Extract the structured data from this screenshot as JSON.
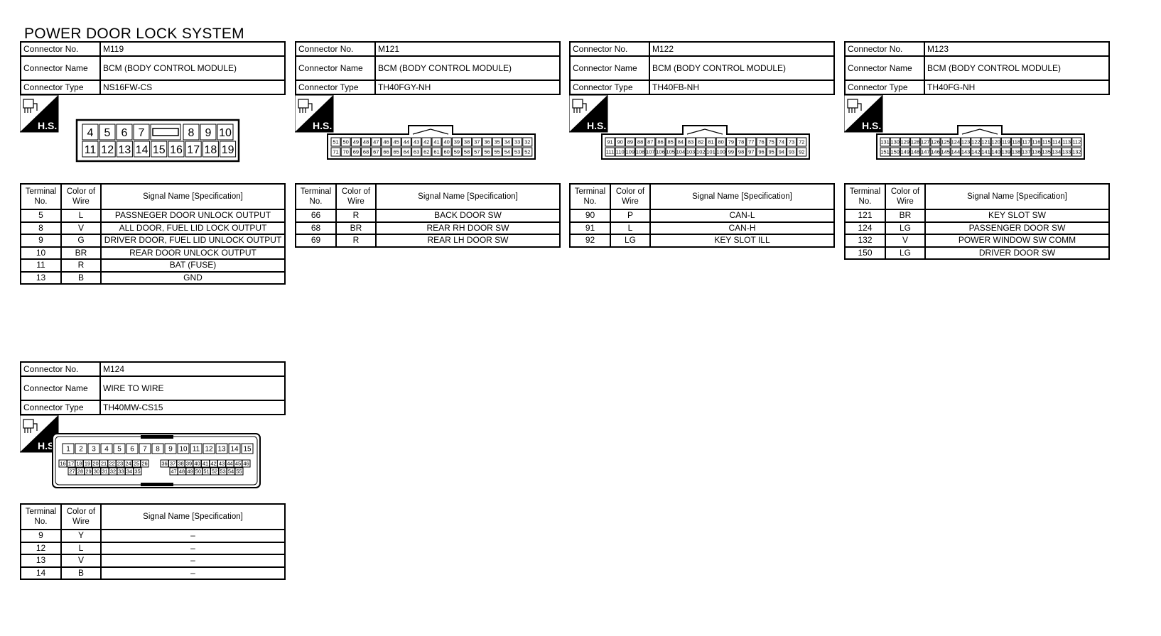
{
  "title": "POWER DOOR LOCK SYSTEM",
  "labels": {
    "connector_no": "Connector No.",
    "connector_name": "Connector Name",
    "connector_type": "Connector Type",
    "terminal_no": "Terminal No.",
    "color_of_wire": "Color of Wire",
    "signal_name": "Signal Name [Specification]",
    "hs_badge": "H.S."
  },
  "connectors": [
    {
      "no": "M119",
      "name": "BCM (BODY CONTROL MODULE)",
      "type": "NS16FW-CS",
      "pins_top": [
        "4",
        "5",
        "6",
        "7",
        "",
        "8",
        "9",
        "10"
      ],
      "pins_bottom": [
        "11",
        "12",
        "13",
        "14",
        "15",
        "16",
        "17",
        "18",
        "19"
      ],
      "rows": [
        {
          "terminal": "5",
          "color": "L",
          "signal": "PASSNEGER DOOR UNLOCK OUTPUT"
        },
        {
          "terminal": "8",
          "color": "V",
          "signal": "ALL DOOR, FUEL LID LOCK OUTPUT"
        },
        {
          "terminal": "9",
          "color": "G",
          "signal": "DRIVER DOOR, FUEL LID UNLOCK OUTPUT"
        },
        {
          "terminal": "10",
          "color": "BR",
          "signal": "REAR DOOR UNLOCK OUTPUT"
        },
        {
          "terminal": "11",
          "color": "R",
          "signal": "BAT (FUSE)"
        },
        {
          "terminal": "13",
          "color": "B",
          "signal": "GND"
        }
      ]
    },
    {
      "no": "M121",
      "name": "BCM (BODY CONTROL MODULE)",
      "type": "TH40FGY-NH",
      "pins_top": [
        "51",
        "50",
        "49",
        "48",
        "47",
        "46",
        "45",
        "44",
        "43",
        "42",
        "41",
        "40",
        "39",
        "38",
        "37",
        "36",
        "35",
        "34",
        "33",
        "32"
      ],
      "pins_bottom": [
        "71",
        "70",
        "69",
        "68",
        "67",
        "66",
        "65",
        "64",
        "63",
        "62",
        "61",
        "60",
        "59",
        "58",
        "57",
        "56",
        "55",
        "54",
        "53",
        "52"
      ],
      "rows": [
        {
          "terminal": "66",
          "color": "R",
          "signal": "BACK DOOR SW"
        },
        {
          "terminal": "68",
          "color": "BR",
          "signal": "REAR RH DOOR SW"
        },
        {
          "terminal": "69",
          "color": "R",
          "signal": "REAR LH DOOR SW"
        }
      ]
    },
    {
      "no": "M122",
      "name": "BCM (BODY CONTROL MODULE)",
      "type": "TH40FB-NH",
      "pins_top": [
        "91",
        "90",
        "89",
        "88",
        "87",
        "86",
        "85",
        "84",
        "83",
        "82",
        "81",
        "80",
        "79",
        "78",
        "77",
        "76",
        "75",
        "74",
        "73",
        "72"
      ],
      "pins_bottom": [
        "111",
        "110",
        "109",
        "108",
        "107",
        "106",
        "105",
        "104",
        "103",
        "102",
        "101",
        "100",
        "99",
        "98",
        "97",
        "96",
        "95",
        "94",
        "93",
        "92"
      ],
      "rows": [
        {
          "terminal": "90",
          "color": "P",
          "signal": "CAN-L"
        },
        {
          "terminal": "91",
          "color": "L",
          "signal": "CAN-H"
        },
        {
          "terminal": "92",
          "color": "LG",
          "signal": "KEY SLOT ILL"
        }
      ]
    },
    {
      "no": "M123",
      "name": "BCM (BODY CONTROL MODULE)",
      "type": "TH40FG-NH",
      "pins_top": [
        "131",
        "130",
        "129",
        "128",
        "127",
        "126",
        "125",
        "124",
        "123",
        "122",
        "121",
        "120",
        "119",
        "118",
        "117",
        "116",
        "115",
        "114",
        "113",
        "112"
      ],
      "pins_bottom": [
        "151",
        "150",
        "149",
        "148",
        "147",
        "146",
        "145",
        "144",
        "143",
        "142",
        "141",
        "140",
        "139",
        "138",
        "137",
        "136",
        "135",
        "134",
        "133",
        "132"
      ],
      "rows": [
        {
          "terminal": "121",
          "color": "BR",
          "signal": "KEY SLOT SW"
        },
        {
          "terminal": "124",
          "color": "LG",
          "signal": "PASSENGER DOOR SW"
        },
        {
          "terminal": "132",
          "color": "V",
          "signal": "POWER WINDOW SW COMM"
        },
        {
          "terminal": "150",
          "color": "LG",
          "signal": "DRIVER DOOR SW"
        }
      ]
    },
    {
      "no": "M124",
      "name": "WIRE TO WIRE",
      "type": "TH40MW-CS15",
      "pins_row1": [
        "1",
        "2",
        "3",
        "4",
        "5",
        "6",
        "7",
        "8",
        "9",
        "10",
        "11",
        "12",
        "13",
        "14",
        "15"
      ],
      "pins_row2a": [
        "16",
        "17",
        "18",
        "19",
        "20",
        "21",
        "22",
        "23",
        "24",
        "25",
        "26"
      ],
      "pins_row2b": [
        "36",
        "37",
        "38",
        "39",
        "40",
        "41",
        "42",
        "43",
        "44",
        "45",
        "46"
      ],
      "pins_row3a": [
        "27",
        "28",
        "29",
        "30",
        "31",
        "32",
        "33",
        "34",
        "35"
      ],
      "pins_row3b": [
        "47",
        "48",
        "49",
        "50",
        "51",
        "52",
        "53",
        "54",
        "55"
      ],
      "rows": [
        {
          "terminal": "9",
          "color": "Y",
          "signal": "–"
        },
        {
          "terminal": "12",
          "color": "L",
          "signal": "–"
        },
        {
          "terminal": "13",
          "color": "V",
          "signal": "–"
        },
        {
          "terminal": "14",
          "color": "B",
          "signal": "–"
        }
      ]
    }
  ]
}
